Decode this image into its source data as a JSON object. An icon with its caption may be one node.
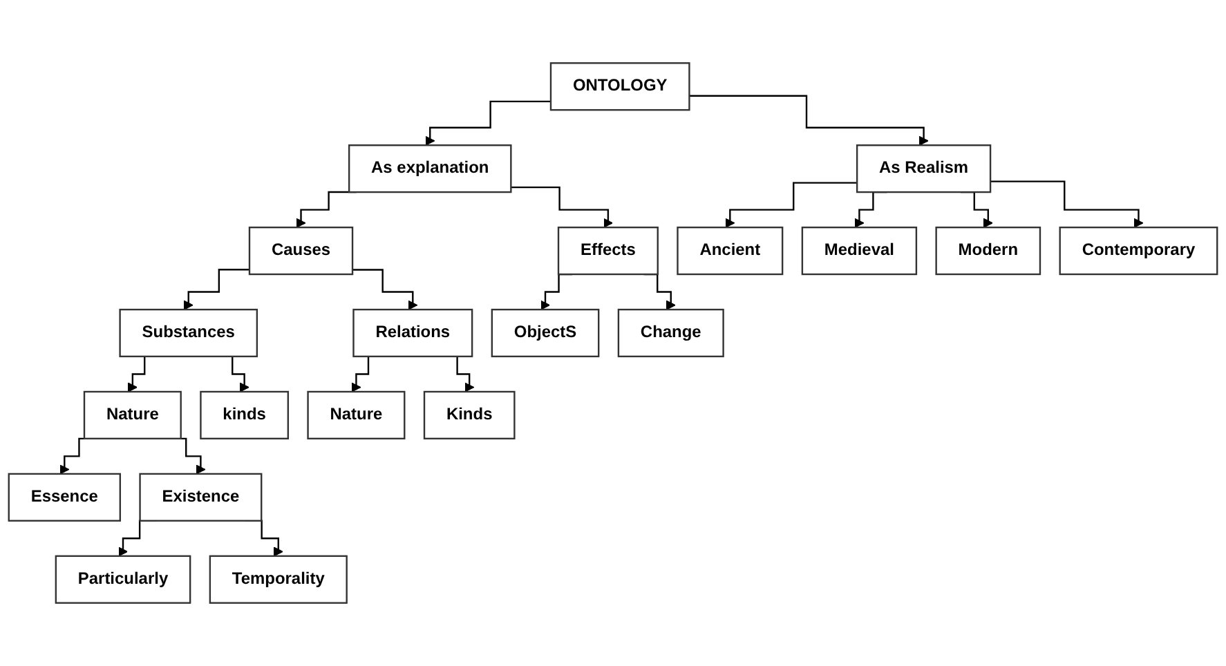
{
  "diagram": {
    "nodes": [
      {
        "text": [
          "ONTOLOGY"
        ]
      },
      {
        "text": [
          "As explanation"
        ]
      },
      {
        "text": [
          "As Realism"
        ]
      },
      {
        "text": [
          "Causes"
        ]
      },
      {
        "text": [
          "Effects"
        ]
      },
      {
        "text": [
          "Ancient"
        ]
      },
      {
        "text": [
          "Medieval"
        ]
      },
      {
        "text": [
          "Modern"
        ]
      },
      {
        "text": [
          "Contemporary"
        ]
      },
      {
        "text": [
          "Substances"
        ]
      },
      {
        "text": [
          "Relations"
        ]
      },
      {
        "text": [
          "ObjectS"
        ]
      },
      {
        "text": [
          "Change"
        ]
      },
      {
        "text": [
          "Nature"
        ]
      },
      {
        "text": [
          "kinds"
        ]
      },
      {
        "text": [
          "Nature"
        ]
      },
      {
        "text": [
          "Kinds"
        ]
      },
      {
        "text": [
          "Essence"
        ]
      },
      {
        "text": [
          "Existence"
        ]
      },
      {
        "text": [
          "Particularly"
        ]
      },
      {
        "text": [
          "Temporality"
        ]
      }
    ],
    "edges": [
      {
        "from": 0,
        "to": 1,
        "arrow": "to"
      },
      {
        "from": 0,
        "to": 2,
        "arrow": "to"
      },
      {
        "from": 1,
        "to": 3,
        "arrow": "to"
      },
      {
        "from": 1,
        "to": 4,
        "arrow": "to"
      },
      {
        "from": 2,
        "to": 5,
        "arrow": "to"
      },
      {
        "from": 2,
        "to": 6,
        "arrow": "to"
      },
      {
        "from": 2,
        "to": 7,
        "arrow": "to"
      },
      {
        "from": 2,
        "to": 8,
        "arrow": "to"
      },
      {
        "from": 3,
        "to": 9,
        "arrow": "to"
      },
      {
        "from": 3,
        "to": 10,
        "arrow": "to"
      },
      {
        "from": 4,
        "to": 11,
        "arrow": "to"
      },
      {
        "from": 4,
        "to": 12,
        "arrow": "to"
      },
      {
        "from": 9,
        "to": 13,
        "arrow": "to"
      },
      {
        "from": 9,
        "to": 14,
        "arrow": "to"
      },
      {
        "from": 10,
        "to": 15,
        "arrow": "to"
      },
      {
        "from": 10,
        "to": 16,
        "arrow": "to"
      },
      {
        "from": 13,
        "to": 17,
        "arrow": "to"
      },
      {
        "from": 13,
        "to": 18,
        "arrow": "to"
      },
      {
        "from": 18,
        "to": 19,
        "arrow": "to"
      },
      {
        "from": 18,
        "to": 20,
        "arrow": "to"
      }
    ]
  }
}
